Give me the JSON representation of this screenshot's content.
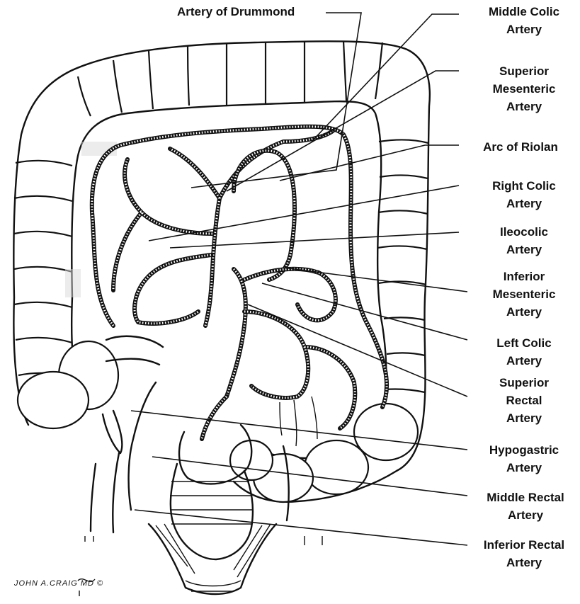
{
  "labels": {
    "artery_of_drummond": [
      "Artery of Drummond"
    ],
    "middle_colic_artery": [
      "Middle Colic",
      "Artery"
    ],
    "superior_mesenteric_artery": [
      "Superior",
      "Mesenteric",
      "Artery"
    ],
    "arc_of_riolan": [
      "Arc of Riolan"
    ],
    "right_colic_artery": [
      "Right Colic",
      "Artery"
    ],
    "ileocolic_artery": [
      "Ileocolic",
      "Artery"
    ],
    "inferior_mesenteric_artery": [
      "Inferior",
      "Mesenteric",
      "Artery"
    ],
    "left_colic_artery": [
      "Left Colic",
      "Artery"
    ],
    "superior_rectal_artery": [
      "Superior",
      "Rectal",
      "Artery"
    ],
    "hypogastric_artery": [
      "Hypogastric",
      "Artery"
    ],
    "middle_rectal_artery": [
      "Middle Rectal",
      "Artery"
    ],
    "inferior_rectal_artery": [
      "Inferior Rectal",
      "Artery"
    ]
  },
  "signature": "JOHN A.CRAIG MD ©"
}
